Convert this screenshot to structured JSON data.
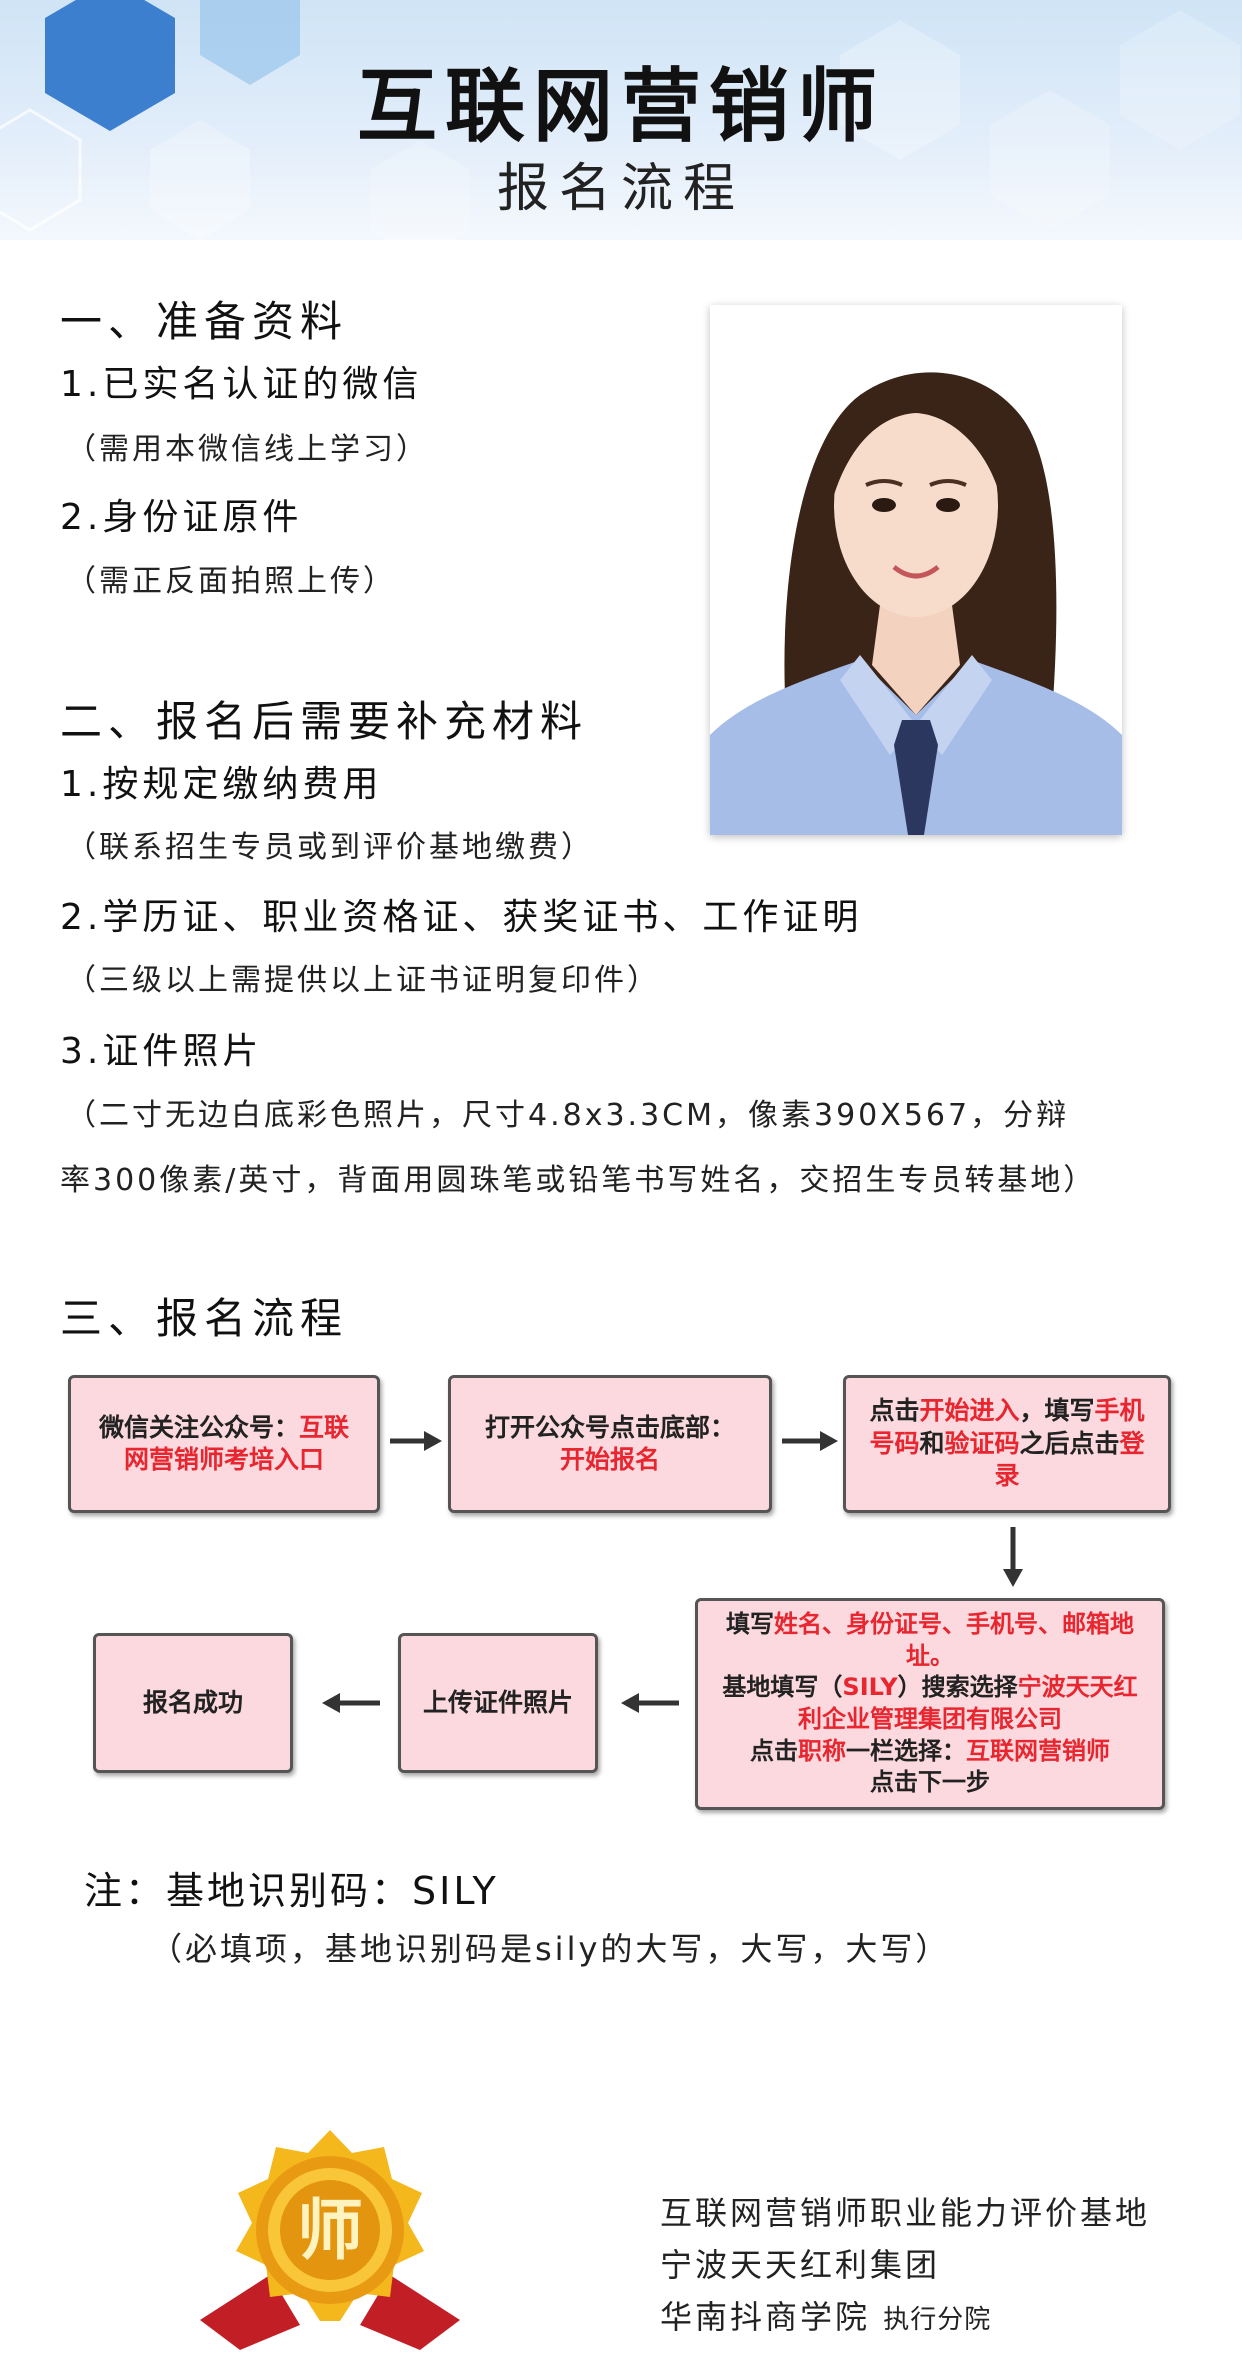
{
  "header": {
    "title": "互联网营销师",
    "subtitle": "报名流程"
  },
  "section1": {
    "heading": "一、准备资料",
    "item1": "1.已实名认证的微信",
    "item1_note": "（需用本微信线上学习）",
    "item2": "2.身份证原件",
    "item2_note": "（需正反面拍照上传）"
  },
  "section2": {
    "heading": "二、报名后需要补充材料",
    "item1": "1.按规定缴纳费用",
    "item1_note": "（联系招生专员或到评价基地缴费）",
    "item2": "2.学历证、职业资格证、获奖证书、工作证明",
    "item2_note": "（三级以上需提供以上证书证明复印件）",
    "item3": "3.证件照片",
    "item3_note_line1": "（二寸无边白底彩色照片，尺寸4.8x3.3CM，像素390X567，分辩",
    "item3_note_line2": "率300像素/英寸，背面用圆珠笔或铅笔书写姓名，交招生专员转基地）"
  },
  "section3": {
    "heading": "三、报名流程",
    "step1": {
      "a": "微信关注公众号：",
      "b": "互联网营销师考培入口"
    },
    "step2": {
      "a": "打开公众号点击底部：",
      "b": "开始报名"
    },
    "step3": {
      "a": "点击",
      "b": "开始进入",
      "c": "，填写",
      "d": "手机号码",
      "e": "和",
      "f": "验证码",
      "g": "之后点击",
      "h": "登录"
    },
    "step4": {
      "l1a": "填写",
      "l1b": "姓名、身份证号、手机号、邮箱地址。",
      "l2a": "基地填写（",
      "l2b": "SILY",
      "l2c": "）搜索选择",
      "l2d": "宁波天天红利企业管理集团有限公司",
      "l3a": "点击",
      "l3b": "职称",
      "l3c": "一栏选择：",
      "l3d": "互联网营销师",
      "l4": "点击下一步"
    },
    "step5": "上传证件照片",
    "step6": "报名成功"
  },
  "note": {
    "main": "注：基地识别码：SILY",
    "sub": "（必填项，基地识别码是sily的大写，大写，大写）"
  },
  "footer": {
    "badge_char": "师",
    "line1": "互联网营销师职业能力评价基地",
    "line2": "宁波天天红利集团",
    "line3": "华南抖商学院",
    "line3_small": "执行分院"
  },
  "colors": {
    "accent_red": "#e8262f",
    "box_fill": "#fbd9df",
    "banner_blue": "#2e73c4"
  }
}
